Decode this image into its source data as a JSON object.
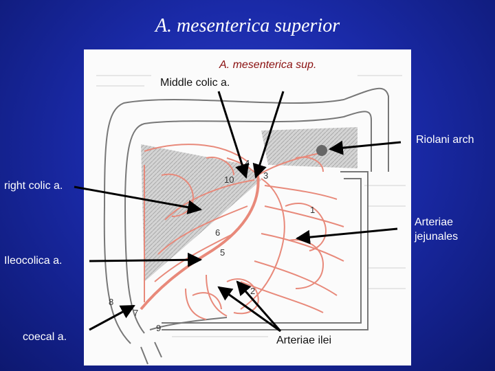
{
  "title": "A. mesenterica superior",
  "labels": {
    "a_mes_sup": "A. mesenterica sup.",
    "middle_colic": "Middle colic a.",
    "riolani_arch": "Riolani arch",
    "right_colic": "right colic a.",
    "arteriae_jejunales_1": "Arteriae",
    "arteriae_jejunales_2": "jejunales",
    "ileocolica": "Ileocolica a.",
    "coecal": "coecal a.",
    "arteriae_ilei": "Arteriae ilei"
  },
  "figure_numbers": [
    "1",
    "2",
    "3",
    "4",
    "5",
    "6",
    "7",
    "8",
    "9",
    "10"
  ],
  "colors": {
    "artery": "#e8897a",
    "arrow": "#000000",
    "background": "#1a2aa8"
  }
}
